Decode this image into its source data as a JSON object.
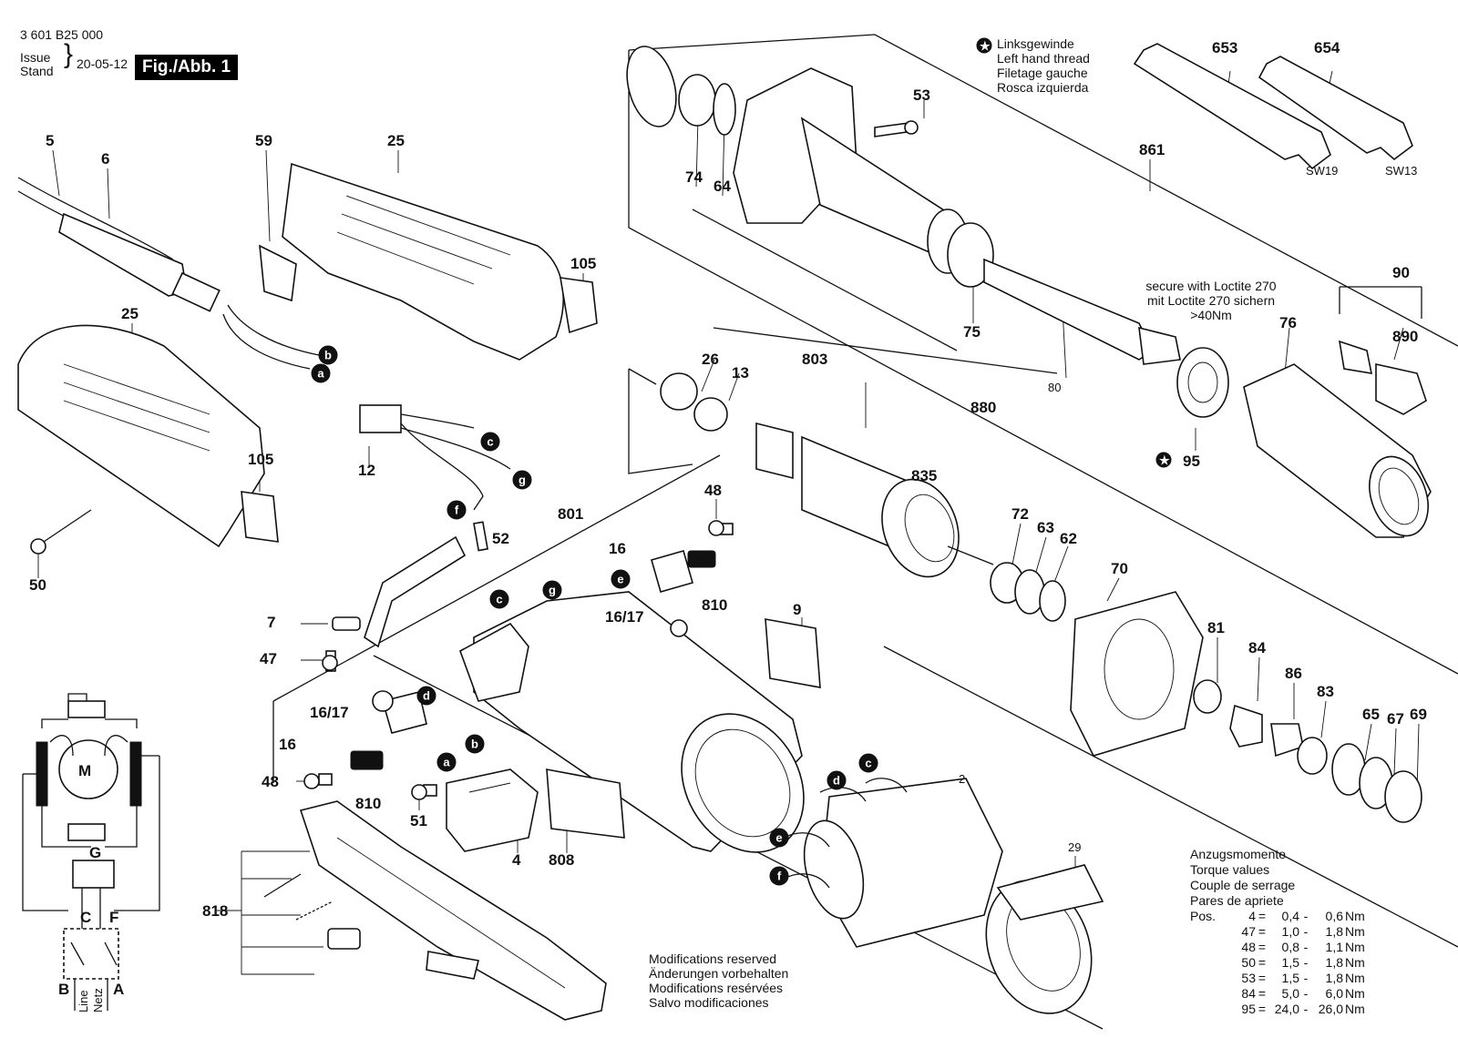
{
  "header": {
    "doc_number": "3 601 B25 000",
    "issue_label": "Issue",
    "stand_label": "Stand",
    "date": "20-05-12",
    "figure": "Fig./Abb. 1"
  },
  "thread_note": {
    "lines": [
      "Linksgewinde",
      "Left hand thread",
      "Filetage gauche",
      "Rosca izquierda"
    ]
  },
  "loctite_note": {
    "lines": [
      "secure with Loctite 270",
      "mit Loctite 270 sichern",
      ">40Nm"
    ]
  },
  "modifications_note": {
    "lines": [
      "Modifications reserved",
      "Änderungen vorbehalten",
      "Modifications resérvées",
      "Salvo modificaciones"
    ]
  },
  "torque_table": {
    "title_lines": [
      "Anzugsmomente",
      "Torque values",
      "Couple de serrage",
      "Pares de apriete"
    ],
    "pos_label": "Pos.",
    "unit": "Nm",
    "rows": [
      {
        "pos": "4",
        "min": "0,4",
        "max": "0,6"
      },
      {
        "pos": "47",
        "min": "1,0",
        "max": "1,8"
      },
      {
        "pos": "48",
        "min": "0,8",
        "max": "1,1"
      },
      {
        "pos": "50",
        "min": "1,5",
        "max": "1,8"
      },
      {
        "pos": "53",
        "min": "1,5",
        "max": "1,8"
      },
      {
        "pos": "84",
        "min": "5,0",
        "max": "6,0"
      },
      {
        "pos": "95",
        "min": "24,0",
        "max": "26,0"
      }
    ]
  },
  "wrenches": [
    {
      "part": "653",
      "size": "SW19"
    },
    {
      "part": "654",
      "size": "SW13"
    }
  ],
  "part_labels": [
    "5",
    "6",
    "59",
    "25",
    "105",
    "25",
    "105",
    "50",
    "12",
    "52",
    "7",
    "47",
    "16/17",
    "16",
    "48",
    "810",
    "51",
    "4",
    "808",
    "801",
    "16",
    "48",
    "16/17",
    "810",
    "9",
    "74",
    "64",
    "53",
    "861",
    "75",
    "880",
    "80",
    "76",
    "90",
    "890",
    "95",
    "26",
    "13",
    "803",
    "835",
    "72",
    "63",
    "62",
    "70",
    "81",
    "84",
    "86",
    "83",
    "65",
    "67",
    "69",
    "2",
    "29",
    "818"
  ],
  "wire_letters": [
    "a",
    "b",
    "c",
    "d",
    "e",
    "f",
    "g"
  ],
  "schematic": {
    "motor": "M",
    "switch": "G",
    "terminals": [
      "C",
      "F",
      "B",
      "A"
    ],
    "line_labels": [
      "Line",
      "Netz"
    ]
  }
}
